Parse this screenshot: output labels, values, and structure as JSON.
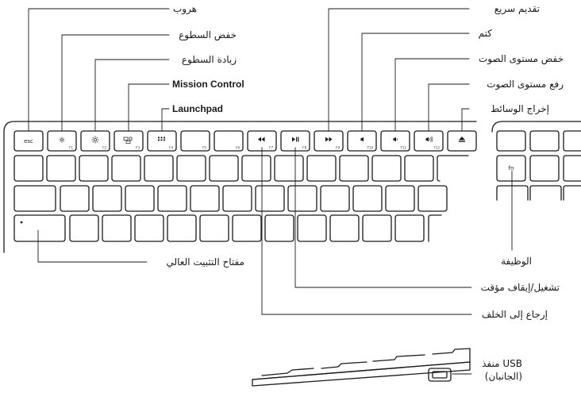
{
  "keyboard": {
    "esc_key": "esc",
    "fn_key": "fn",
    "f_keys": [
      "F1",
      "F2",
      "F3",
      "F4",
      "F5",
      "F6",
      "F7",
      "F8",
      "F9",
      "F10",
      "F11",
      "F12"
    ]
  },
  "callouts": {
    "escape": "هروب",
    "brightness_down": "خفض السطوع",
    "brightness_up": "زيادة السطوع",
    "mission_control": "Mission Control",
    "launchpad": "Launchpad",
    "fast_forward": "تقديم سريع",
    "mute": "كتم",
    "volume_down": "خفض مستوى الصوت",
    "volume_up": "رفع مستوى الصوت",
    "media_eject": "إخراج الوسائط",
    "caps_lock": "مفتاح التثبيت العالي",
    "function": "الوظيفة",
    "play_pause": "تشغيل/إيقاف مؤقت",
    "rewind": "إرجاع إلى الخلف",
    "usb_port_line1": "منفذ USB",
    "usb_port_line2": "(الجانبان)"
  },
  "colors": {
    "outline": "#1a1a1a",
    "leader": "#1a1a1a",
    "background": "#ffffff"
  }
}
